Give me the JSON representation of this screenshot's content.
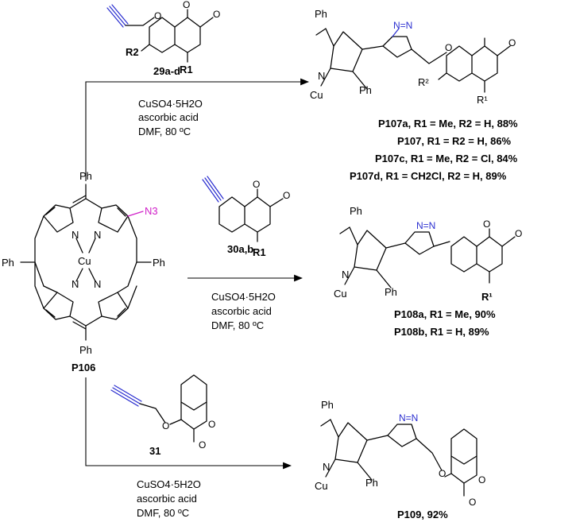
{
  "start": {
    "label": "P106",
    "substituent": "N3",
    "phenyl": "Ph",
    "metal": "Cu",
    "n": "N"
  },
  "reagents": {
    "r29": {
      "label": "29a-d",
      "R1": "R1",
      "R2": "R2"
    },
    "r30": {
      "label": "30a,b",
      "R1": "R1"
    },
    "r31": {
      "label": "31"
    }
  },
  "conditions": {
    "line1": "CuSO4·5H2O",
    "line2": "ascorbic acid",
    "line3": "DMF,  80 ºC"
  },
  "products": {
    "p107": [
      {
        "name": "P107a",
        "desc": "R1 = Me, R2 = H, 88%"
      },
      {
        "name": "P107",
        "desc": "R1 = R2 = H, 86%"
      },
      {
        "name": "P107c",
        "desc": "R1 = Me, R2 = Cl, 84%"
      },
      {
        "name": "P107d",
        "desc": "R1 = CH2Cl, R2 = H, 89%"
      }
    ],
    "p108": [
      {
        "name": "P108a",
        "desc": "R1 = Me, 90%"
      },
      {
        "name": "P108b",
        "desc": "R1 = H, 89%"
      }
    ],
    "p109": {
      "name": "P109",
      "desc": "92%"
    }
  },
  "colors": {
    "alkyne": "#2b2fd0",
    "azide": "#d020c8",
    "bond": "#000000"
  }
}
